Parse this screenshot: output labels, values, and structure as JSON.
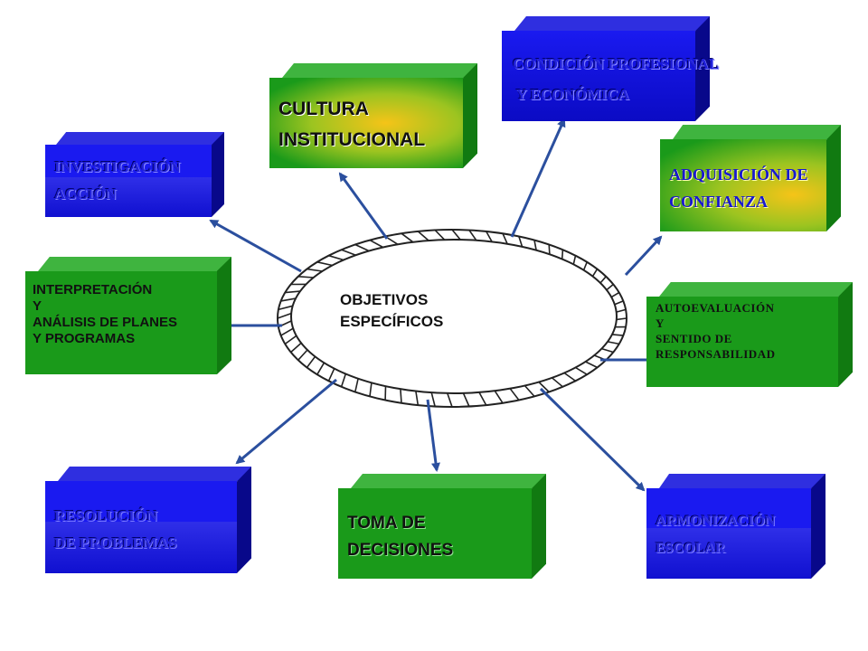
{
  "center": {
    "line1": "OBJETIVOS",
    "line2": "ESPECÍFICOS"
  },
  "boxes": {
    "cultura": {
      "line1": "CULTURA",
      "line2": "INSTITUCIONAL"
    },
    "condicion": {
      "line1": "CONDICIÓN PROFESIONAL",
      "line2": " Y ECONÓMICA"
    },
    "investigacion": {
      "line1": "INVESTIGACIÓN",
      "line2": "ACCIÓN"
    },
    "adquisicion": {
      "line1": "ADQUISICIÓN DE",
      "line2": "CONFIANZA"
    },
    "interpretacion": {
      "line1": "INTERPRETACIÓN",
      "line2": "Y",
      "line3": "ANÁLISIS DE PLANES",
      "line4": "Y PROGRAMAS"
    },
    "autoevaluacion": {
      "line1": "AUTOEVALUACIÓN",
      "line2": "Y",
      "line3": "SENTIDO DE",
      "line4": "RESPONSABILIDAD"
    },
    "resolucion": {
      "line1": "RESOLUCIÓN",
      "line2": "DE PROBLEMAS"
    },
    "toma": {
      "line1": "TOMA DE",
      "line2": "DECISIONES"
    },
    "armonizacion": {
      "line1": "ARMONIZACIÓN",
      "line2": "ESCOLAR"
    }
  },
  "colors": {
    "green": "#1a9a1a",
    "blue": "#1010e0",
    "arrow": "#2b4f9e",
    "yellow_glow": "#f2c318"
  }
}
